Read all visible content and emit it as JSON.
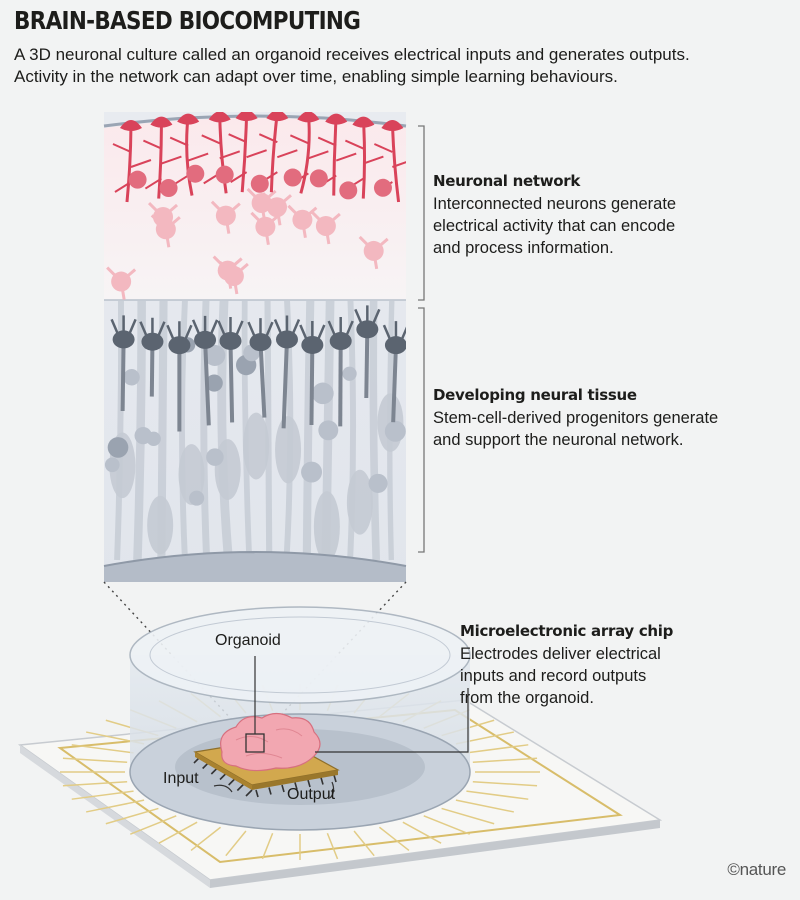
{
  "header": {
    "title": "BRAIN-BASED BIOCOMPUTING",
    "subtitle_lines": [
      "A 3D neuronal culture called an organoid receives electrical inputs and generates outputs.",
      "Activity in the network can adapt over time, enabling simple learning behaviours."
    ]
  },
  "sections": {
    "network": {
      "heading": "Neuronal network",
      "lines": [
        "Interconnected neurons generate",
        "electrical activity that can encode",
        "and process information."
      ]
    },
    "tissue": {
      "heading": "Developing neural tissue",
      "lines": [
        "Stem-cell-derived progenitors generate",
        "and support the neuronal network."
      ]
    },
    "chip": {
      "heading": "Microelectronic array chip",
      "lines": [
        "Electrodes deliver electrical",
        "inputs and record outputs",
        "from the organoid."
      ]
    }
  },
  "labels": {
    "organoid": "Organoid",
    "input": "Input",
    "output": "Output"
  },
  "credit": "©nature",
  "colors": {
    "neuron_red": "#d9435a",
    "neuron_pink": "#f3b8c0",
    "cell_dark": "#5b6470",
    "cell_light": "#c4cad3",
    "tissue_bg": "#e3e7ee",
    "chip_gold": "#c9a24b",
    "organoid_pink": "#f0a3ad"
  }
}
